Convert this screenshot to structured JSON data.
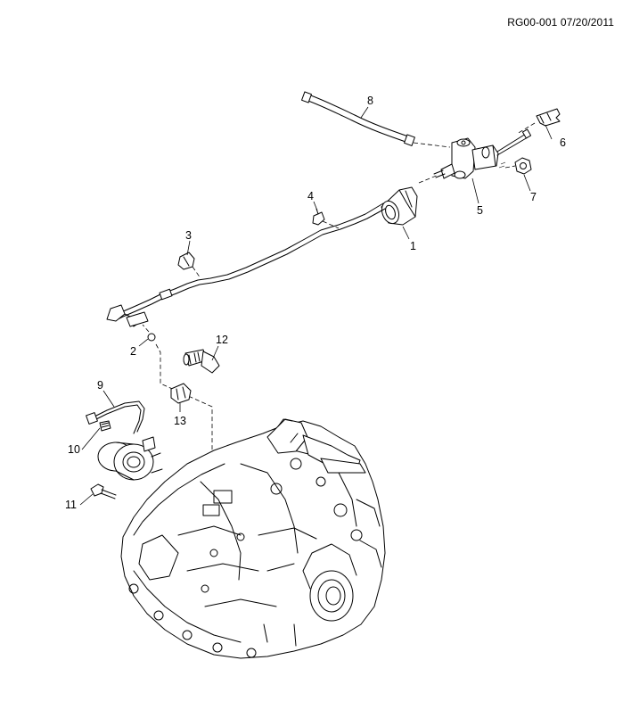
{
  "header": {
    "doc_id": "RG00-001 07/20/2011"
  },
  "callouts": [
    "1",
    "2",
    "3",
    "4",
    "5",
    "6",
    "7",
    "8",
    "9",
    "10",
    "11",
    "12",
    "13"
  ],
  "colors": {
    "line": "#000000",
    "background": "#ffffff"
  }
}
